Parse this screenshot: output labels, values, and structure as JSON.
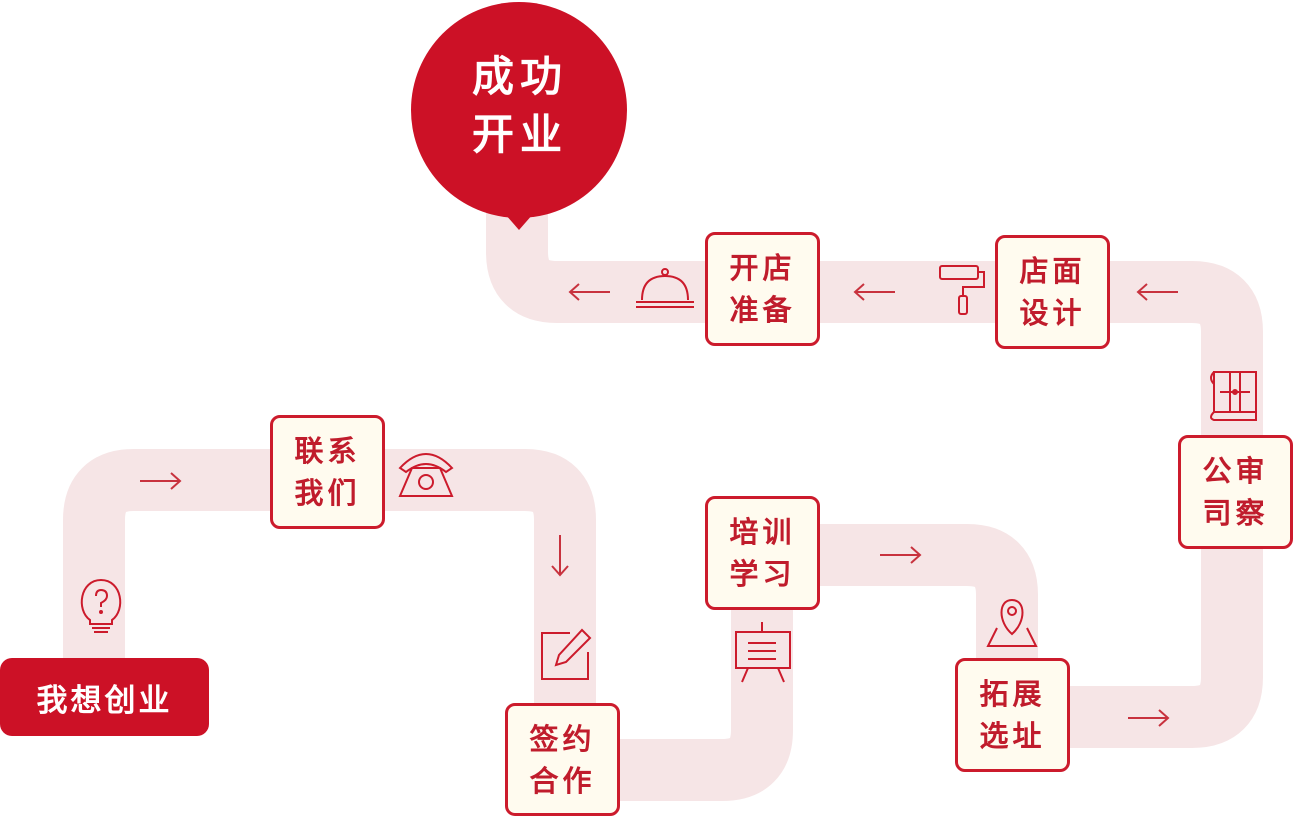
{
  "start": {
    "label": "我想创业"
  },
  "goal": {
    "line1": "成功",
    "line2": "开业"
  },
  "steps": [
    {
      "line1": "联系",
      "line2": "我们",
      "icon": "telephone-icon"
    },
    {
      "line1": "签约",
      "line2": "合作",
      "icon": "edit-icon"
    },
    {
      "line1": "培训",
      "line2": "学习",
      "icon": "presentation-board-icon"
    },
    {
      "line1": "拓展",
      "line2": "选址",
      "icon": "location-pin-icon"
    },
    {
      "line1": "公审",
      "line2": "司察",
      "icon": "blueprint-icon"
    },
    {
      "line1": "店面",
      "line2": "设计",
      "icon": "paint-roller-icon"
    },
    {
      "line1": "开店",
      "line2": "准备",
      "icon": "serving-cloche-icon"
    }
  ],
  "start_icon": "lightbulb-question-icon",
  "colors": {
    "accent": "#cc1126",
    "path": "#f6e5e6",
    "box_fill": "#fffbef",
    "arrow": "#c8323e"
  }
}
